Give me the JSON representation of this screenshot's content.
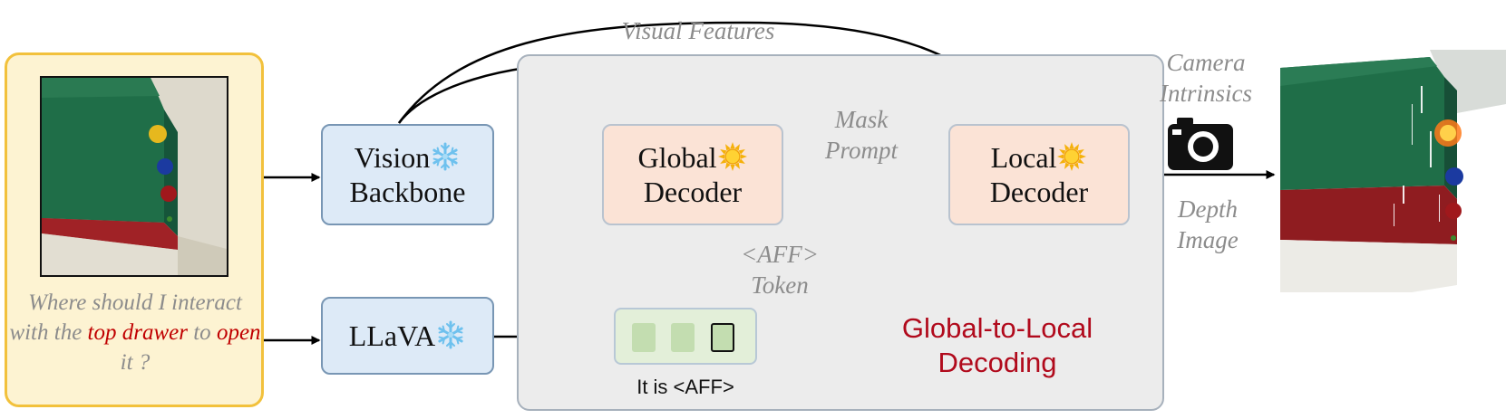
{
  "input": {
    "question": {
      "part1": "Where should I interact with the ",
      "red1": "top drawer",
      "part2": " to ",
      "red2": "open",
      "part3": " it ?"
    }
  },
  "modules": {
    "vision_line1": "Vision",
    "vision_line2": "Backbone",
    "llava": "LLaVA",
    "global_line1": "Global",
    "global_line2": "Decoder",
    "local_line1": "Local",
    "local_line2": "Decoder"
  },
  "labels": {
    "visual_features": "Visual Features",
    "mask_line1": "Mask",
    "mask_line2": "Prompt",
    "aff_line1": "<AFF>",
    "aff_line2": "Token",
    "camera_line1": "Camera",
    "camera_line2": "Intrinsics",
    "depth_line1": "Depth",
    "depth_line2": "Image",
    "it_is_aff": "It is <AFF>",
    "g2l_line1": "Global-to-Local",
    "g2l_line2": "Decoding"
  },
  "icons": {
    "frozen": "snowflake-icon",
    "trainable": "sun-icon",
    "camera": "camera-icon"
  },
  "colors": {
    "input_panel_fill": "#fdf3d2",
    "input_panel_border": "#f2c13c",
    "frozen_module_fill": "#ddeaf7",
    "trainable_module_fill": "#fbe3d6",
    "decoding_panel_fill": "#ececec",
    "token_fill": "#c3ddb0",
    "highlight_red": "#c00000",
    "panel_title": "#b10a1c"
  }
}
